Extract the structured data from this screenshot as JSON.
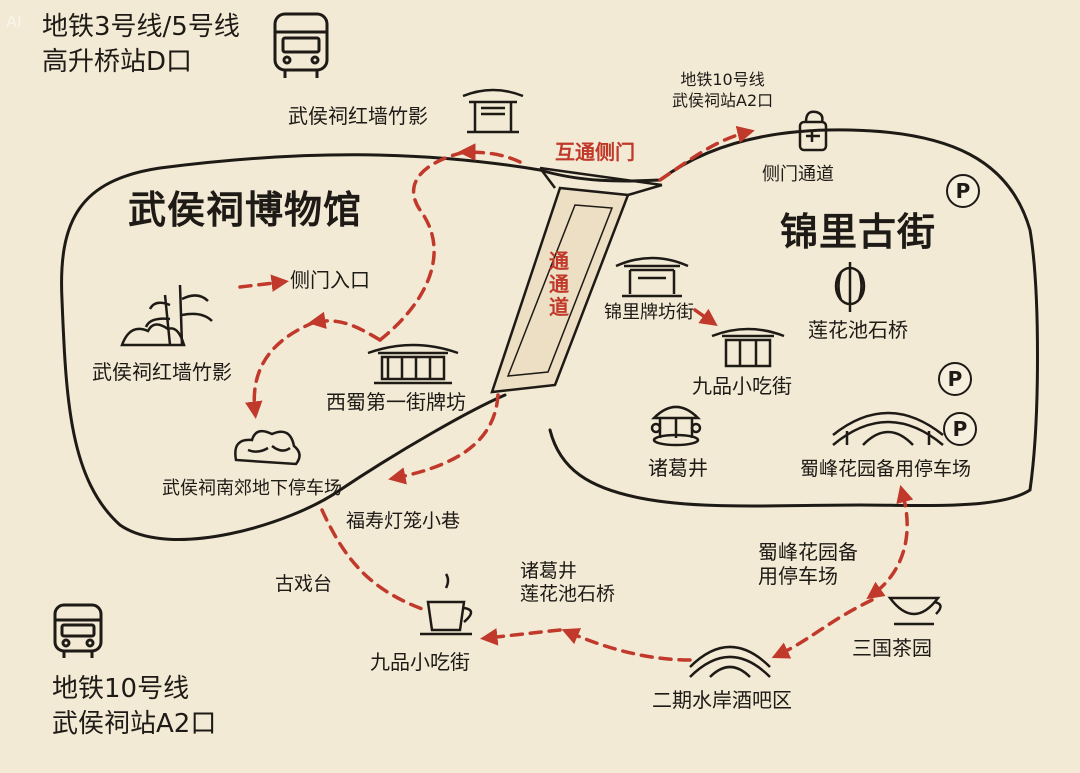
{
  "watermark": "AI",
  "colors": {
    "background": "#f3ead5",
    "ink": "#1e1a16",
    "route": "#c0392b"
  },
  "areas": {
    "museum": "武侯祠博物馆",
    "jinli": "锦里古街",
    "passage": [
      "通",
      "通",
      "道"
    ]
  },
  "metro": {
    "top": {
      "line1": "地铁3号线/5号线",
      "line2": "高升桥站D口"
    },
    "bottom": {
      "line1": "地铁10号线",
      "line2": "武侯祠站A2口"
    },
    "right": {
      "line1": "地铁10号线",
      "line2": "武侯祠站A2口"
    }
  },
  "labels": {
    "red_wall_top": "武侯祠红墙竹影",
    "mutual_gate": "互通侧门",
    "side_gate_right": "侧门通道",
    "side_gate_entrance": "侧门入口",
    "red_wall_left": "武侯祠红墙竹影",
    "xishu_archway": "西蜀第一街牌坊",
    "south_parking": "武侯祠南郊地下停车场",
    "lantern_alley": "福寿灯笼小巷",
    "opera_stage": "古戏台",
    "jiupin_bottom": "九品小吃街",
    "zhuge_lianhua_line1": "诸葛井",
    "zhuge_lianhua_line2": "莲花池石桥",
    "snack_gate_street": "锦里牌坊街",
    "jiupin_right": "九品小吃街",
    "lotus_bridge": "莲花池石桥",
    "zhuge_well": "诸葛井",
    "shufeng_parking": "蜀峰花园备用停车场",
    "shufeng_line1": "蜀峰花园备",
    "shufeng_line2": "用停车场",
    "three_kingdoms_tea": "三国茶园",
    "waterfront_bar": "二期水岸酒吧区"
  },
  "parking_symbol": "P",
  "icons": [
    "bus-icon",
    "archway-icon",
    "pavilion-icon",
    "lantern-icon",
    "bridge-icon",
    "teacup-icon",
    "bamboo-icon",
    "rock-icon",
    "well-icon",
    "turnstile-icon",
    "parking-icon"
  ]
}
